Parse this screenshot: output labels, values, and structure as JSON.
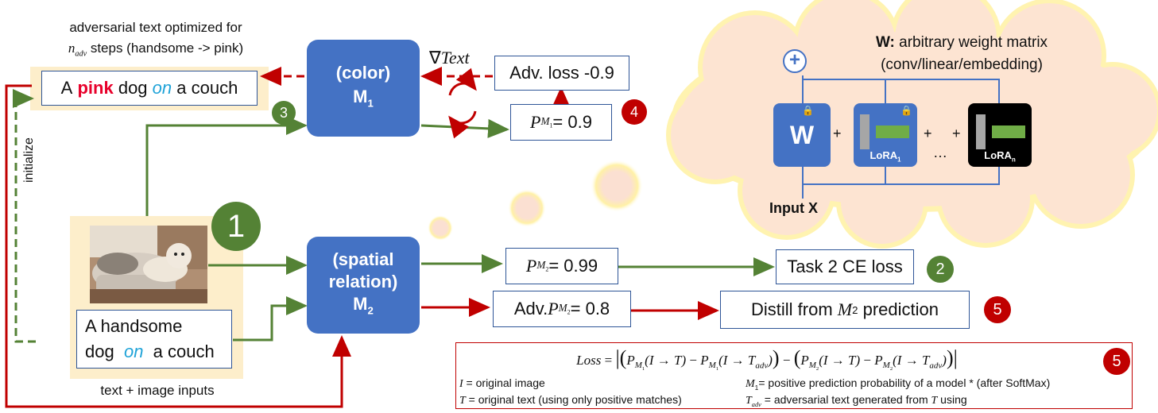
{
  "top_caption": {
    "line1": "adversarial text optimized for",
    "n_var": "n",
    "n_sub": "adv",
    "line2_rest": " steps (handsome -> pink)"
  },
  "adv_text": {
    "a": "A ",
    "pink": "pink",
    "dog": " dog ",
    "on": "on",
    "couch": " a couch"
  },
  "initialize_label": "initialize",
  "grad_label": {
    "nabla": "∇",
    "text": "Text"
  },
  "adv_loss": "Adv. loss -0.9",
  "pm1": {
    "p": "P",
    "m": "M",
    "sub": "1",
    "val": " = 0.9"
  },
  "model1": {
    "line1": "(color)",
    "name": "M",
    "sub": "1"
  },
  "model2": {
    "line1": "(spatial",
    "line2": "relation)",
    "name": "M",
    "sub": "2"
  },
  "pm2": {
    "p": "P",
    "m": "M",
    "sub": "2",
    "val": " = 0.99"
  },
  "adv_pm2": {
    "prefix": "Adv. ",
    "p": "P",
    "m": "M",
    "sub": "2",
    "val": "= 0.8"
  },
  "task2": "Task 2 CE loss",
  "distill": {
    "prefix": "Distill from ",
    "m": "M",
    "sub": "2",
    "suffix": " prediction"
  },
  "orig_text": {
    "line1": "A handsome",
    "dog": "dog ",
    "on": "on",
    "couch": " a couch"
  },
  "bottom_caption": "text + image inputs",
  "badges": {
    "b1": "1",
    "b2": "2",
    "b3": "3",
    "b4": "4",
    "b5a": "5",
    "b5b": "5"
  },
  "cloud": {
    "title_bold": "W:",
    "title_rest": " arbitrary weight matrix",
    "title_line2": "(conv/linear/embedding)",
    "plus_symbol": "+",
    "w_label": "W",
    "op_plus1": "+",
    "op_plus2": "+",
    "op_plus3": "+",
    "ellipsis": "…",
    "lora1": "LoRA",
    "lora1_sub": "1",
    "loran": "LoRA",
    "loran_sub": "n",
    "input_label": "Input X"
  },
  "formula": {
    "loss": "Loss",
    "eq": " = ",
    "part1": "P",
    "full": "Loss = |(P_{M1}(I → T) − P_{M1}(I → T_adv)) − (P_{M2}(I → T) − P_{M2}(I → T_adv))|",
    "sub_m1": "M",
    "sub_m2": "M",
    "arrowT": "(I → T)",
    "arrowTadv": "(I → T",
    "adv": "adv",
    "minus": " − "
  },
  "legend": {
    "i_var": "I",
    "i_text": " = original image",
    "t_var": "T",
    "t_text": " = original text (using only positive matches)",
    "m1_var": "M",
    "m1_sub": "1",
    "m1_text": "= positive prediction probability of a model * (after SoftMax)",
    "tadv_var": "T",
    "tadv_sub": "adv",
    "tadv_text": " = adversarial text generated from ",
    "tadv_t": "T",
    "tadv_using": " using"
  },
  "colors": {
    "model_blue": "#4472c4",
    "green": "#548235",
    "red": "#c00000",
    "highlight": "#fdeecb",
    "cloud": "#fde4d2",
    "pink_word": "#e8002b",
    "on_word": "#1fa3d8"
  }
}
